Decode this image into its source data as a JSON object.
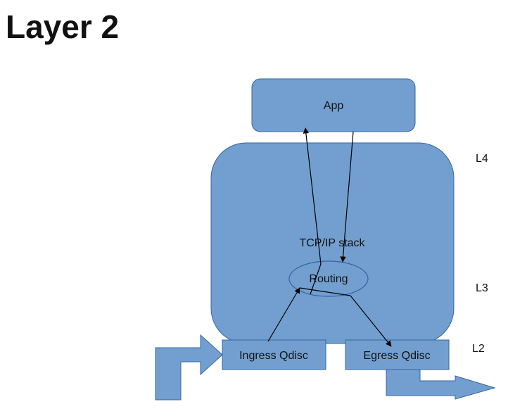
{
  "title": "Layer 2",
  "nodes": {
    "app": "App",
    "stack": "TCP/IP stack",
    "routing": "Routing",
    "ingress": "Ingress Qdisc",
    "egress": "Egress Qdisc"
  },
  "layers": {
    "l4": "L4",
    "l3": "L3",
    "l2": "L2"
  },
  "colors": {
    "box_fill": "#729fcf",
    "box_stroke": "#3465a4",
    "line": "#000000",
    "text": "#111111"
  }
}
